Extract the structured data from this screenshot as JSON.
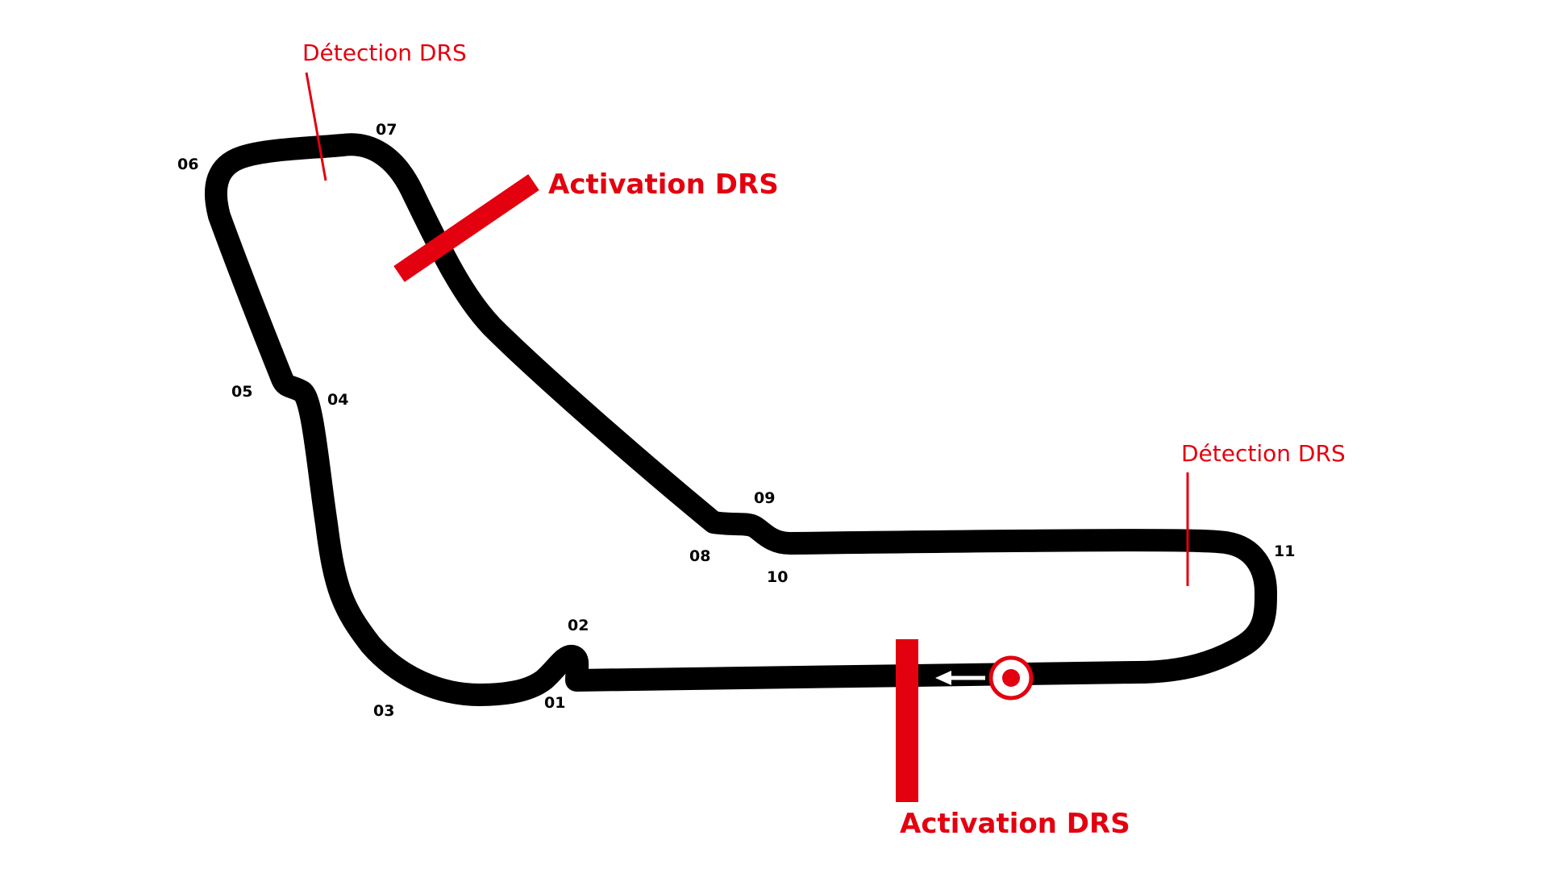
{
  "colors": {
    "track": "#000000",
    "drs": "#e3000f",
    "background": "#ffffff",
    "start_arrow": "#ffffff"
  },
  "turns": [
    {
      "id": "t01",
      "label": "01"
    },
    {
      "id": "t02",
      "label": "02"
    },
    {
      "id": "t03",
      "label": "03"
    },
    {
      "id": "t04",
      "label": "04"
    },
    {
      "id": "t05",
      "label": "05"
    },
    {
      "id": "t06",
      "label": "06"
    },
    {
      "id": "t07",
      "label": "07"
    },
    {
      "id": "t08",
      "label": "08"
    },
    {
      "id": "t09",
      "label": "09"
    },
    {
      "id": "t10",
      "label": "10"
    },
    {
      "id": "t11",
      "label": "11"
    }
  ],
  "drs": {
    "detection_1": "Détection DRS",
    "detection_2": "Détection DRS",
    "activation_1": "Activation DRS",
    "activation_2": "Activation DRS"
  },
  "icons": {
    "start_finish": "target-icon",
    "direction": "arrow-left-icon"
  }
}
